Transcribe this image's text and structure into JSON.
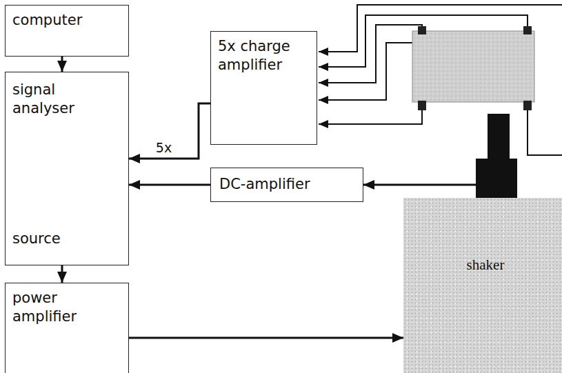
{
  "diagram": {
    "nodes": [
      {
        "text": [
          "computer"
        ]
      },
      {
        "text": [
          "5x charge amplifier"
        ]
      },
      {
        "text": [
          "signal analyser",
          "source"
        ]
      },
      {
        "text": [
          "DC-amplifier"
        ]
      },
      {
        "text": [
          "power amplifier"
        ]
      },
      {
        "text": [
          "shaker"
        ]
      }
    ],
    "edges": [
      {
        "from": 0,
        "to": 2,
        "arrow": "to"
      },
      {
        "from": 1,
        "to": 2,
        "label": "5x",
        "arrow": "to"
      },
      {
        "from": 3,
        "to": 2,
        "arrow": "to"
      },
      {
        "from": 2,
        "to": 4,
        "arrow": "to"
      },
      {
        "from": 4,
        "to": 5,
        "arrow": "to"
      },
      {
        "from": 5,
        "to": 3,
        "arrow": "to"
      }
    ]
  }
}
